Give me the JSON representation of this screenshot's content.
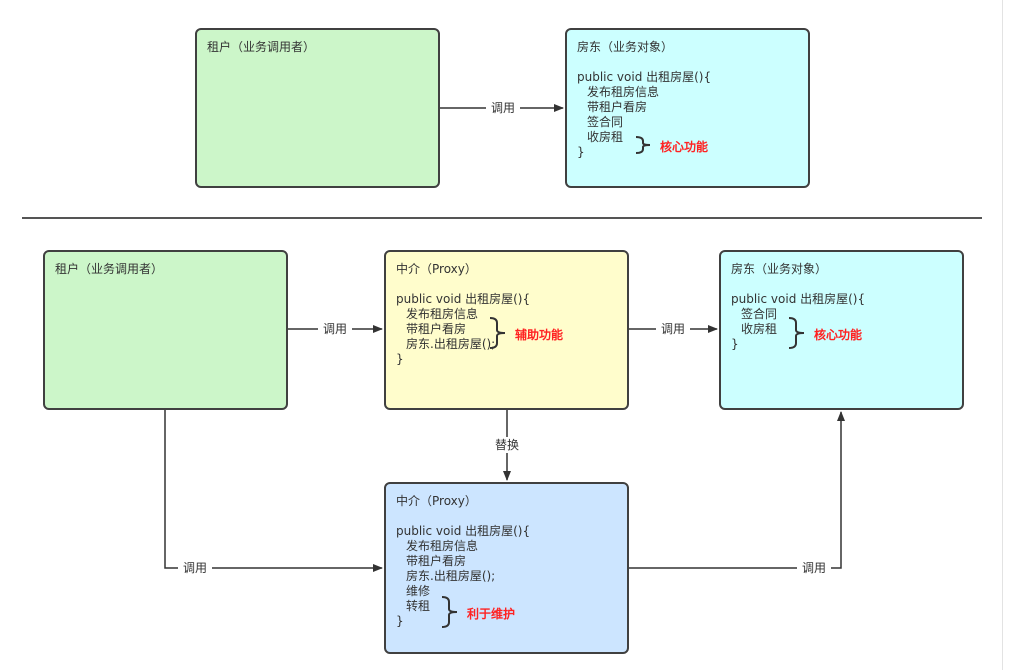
{
  "top": {
    "tenant": "租户（业务调用者）",
    "landlord": {
      "title": "房东（业务对象）",
      "method": "public void 出租房屋(){",
      "lines": [
        "发布租房信息",
        "带租户看房",
        "签合同",
        "收房租"
      ],
      "close": "}",
      "core_label": "核心功能"
    },
    "edge_label": "调用"
  },
  "bottom": {
    "tenant": "租户（业务调用者）",
    "proxy": {
      "title": "中介（Proxy）",
      "method": "public void 出租房屋(){",
      "lines": [
        "发布租房信息",
        "带租户看房",
        "房东.出租房屋();"
      ],
      "close": "}",
      "aux_label": "辅助功能"
    },
    "landlord": {
      "title": "房东（业务对象）",
      "method": "public void 出租房屋(){",
      "lines": [
        "签合同",
        "收房租"
      ],
      "close": "}",
      "core_label": "核心功能"
    },
    "proxy2": {
      "title": "中介（Proxy）",
      "method": "public void 出租房屋(){",
      "lines": [
        "发布租房信息",
        "带租户看房",
        "房东.出租房屋();",
        "维修",
        "转租"
      ],
      "close": "}",
      "maint_label": "利于维护"
    },
    "edge_call": "调用",
    "edge_replace": "替换"
  }
}
